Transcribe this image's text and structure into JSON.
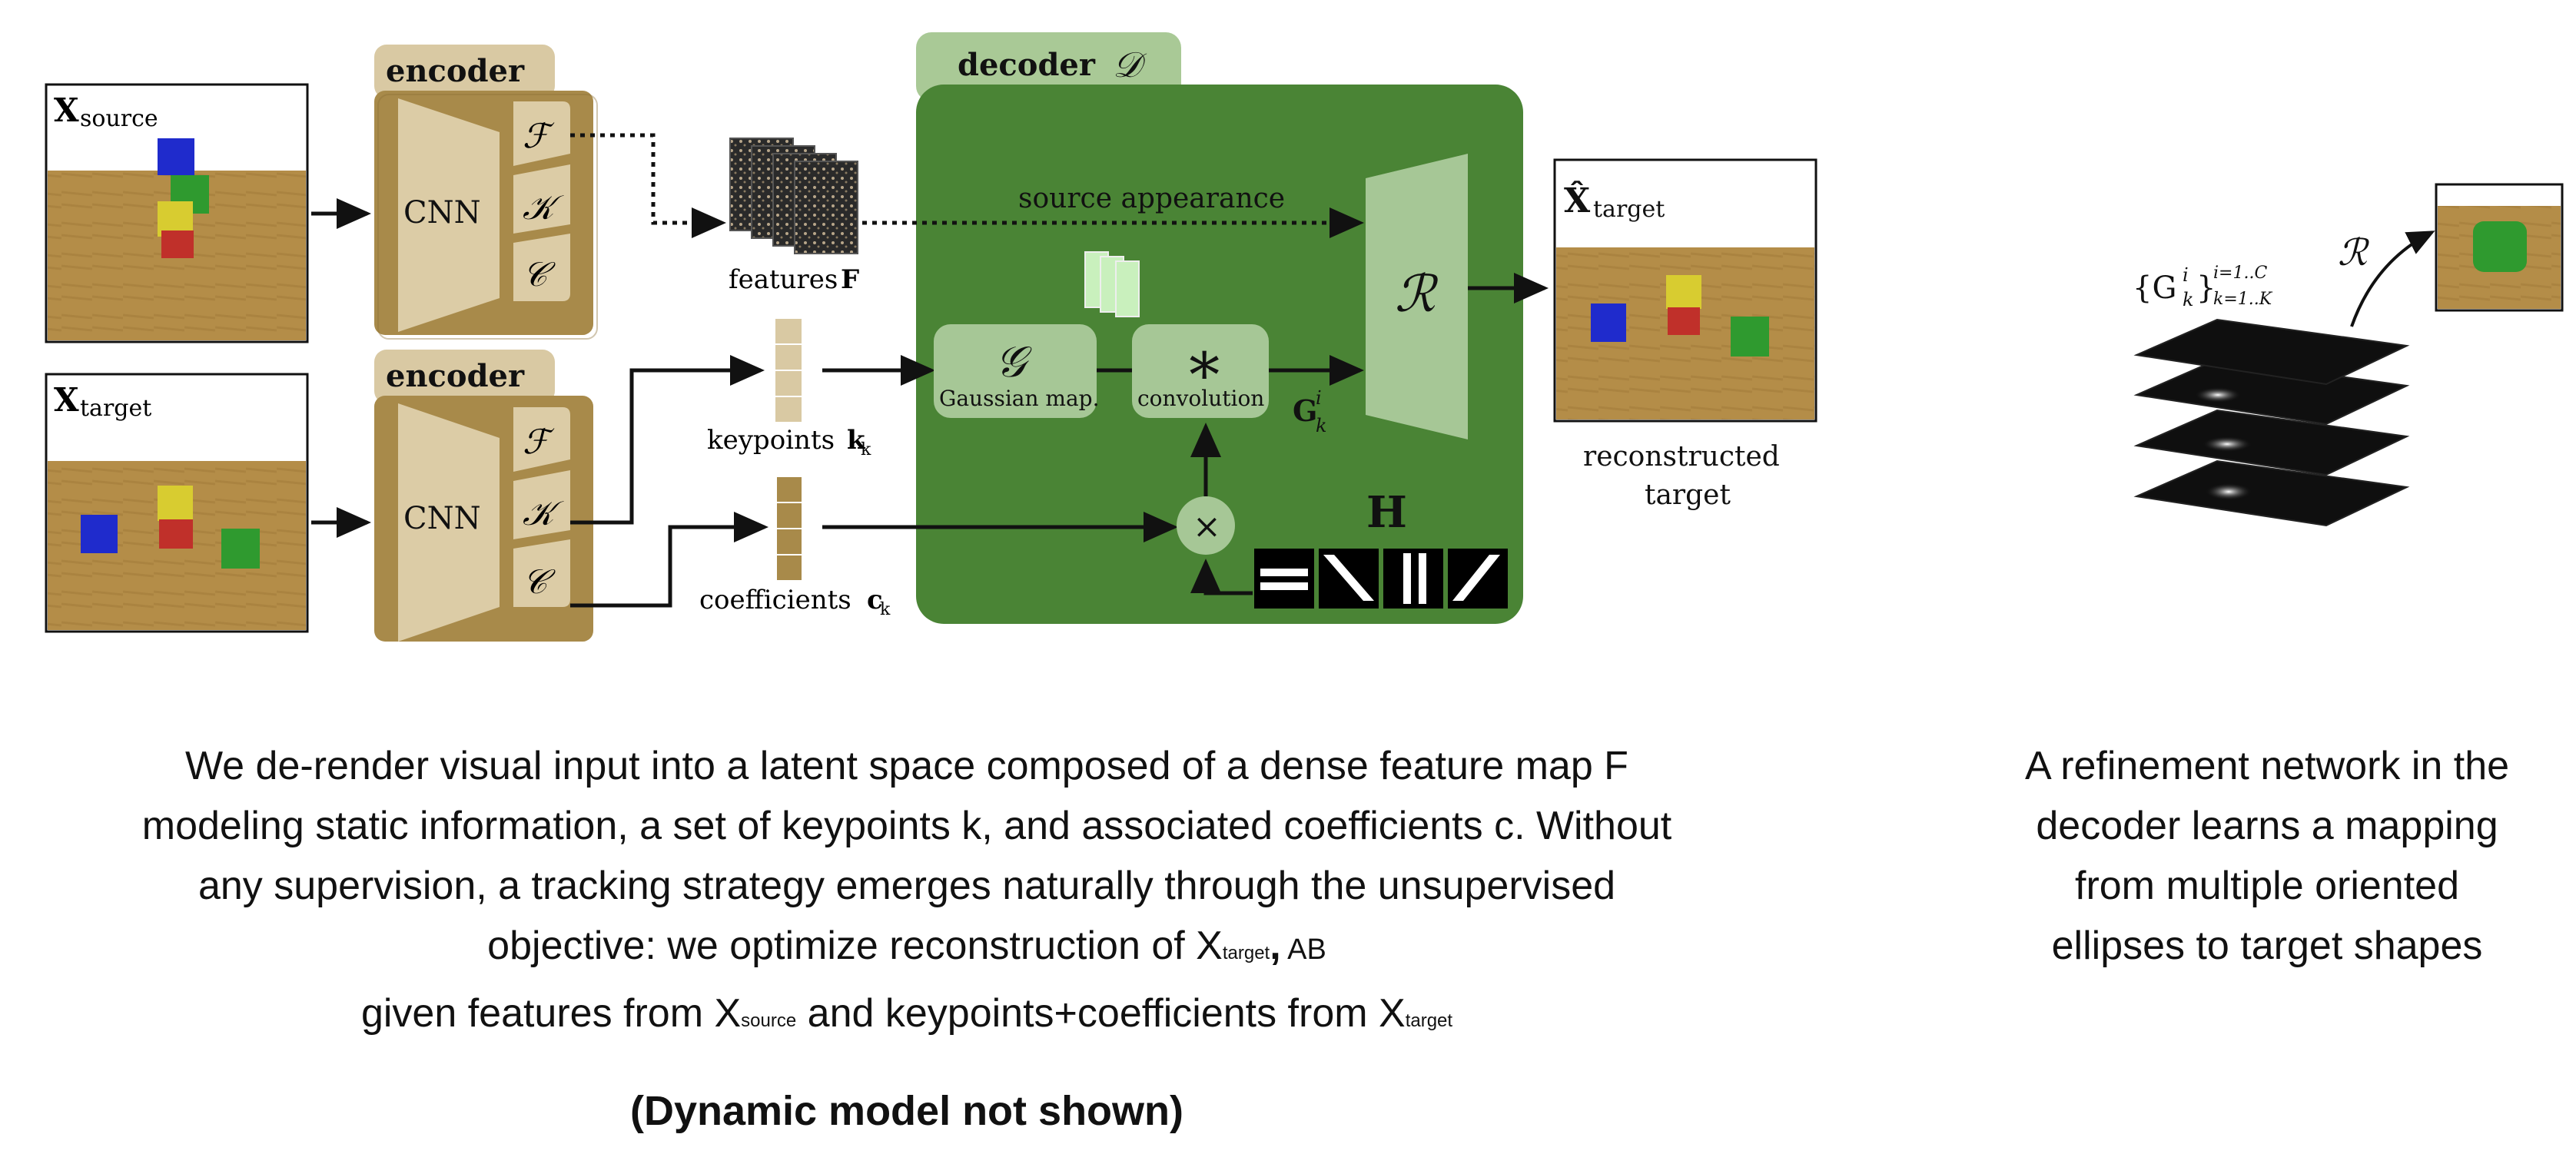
{
  "diagram": {
    "input_source": {
      "symbol": "X",
      "subscript": "source"
    },
    "input_target": {
      "symbol": "X",
      "subscript": "target"
    },
    "encoder_top": {
      "label": "encoder",
      "cnn": "CNN",
      "outputs": [
        "ℱ",
        "𝒦",
        "𝒞"
      ]
    },
    "encoder_bottom": {
      "label": "encoder",
      "cnn": "CNN",
      "outputs": [
        "ℱ",
        "𝒦",
        "𝒞"
      ]
    },
    "features": {
      "label": "features",
      "symbol": "F"
    },
    "keypoints": {
      "label": "keypoints",
      "symbol": "k",
      "subscript": "k"
    },
    "coefficients": {
      "label": "coefficients",
      "symbol": "c",
      "subscript": "k"
    },
    "decoder": {
      "label": "decoder",
      "symbol": "𝒟"
    },
    "source_appearance": "source appearance",
    "gaussian": {
      "symbol": "𝒢",
      "label": "Gaussian map."
    },
    "convolution": {
      "symbol": "∗",
      "label": "convolution"
    },
    "gki": {
      "symbol": "G",
      "superscript": "i",
      "subscript": "k"
    },
    "multiply": "×",
    "H": "H",
    "refine": "ℛ",
    "output": {
      "symbol": "X̂",
      "subscript": "target"
    },
    "reconstructed": [
      "reconstructed",
      "target"
    ],
    "set_label": {
      "base": "{G",
      "sup": "i",
      "sub": "k",
      "close": "}",
      "range_top": "i=1..C",
      "range_bottom": "k=1..K"
    },
    "refine_right": "ℛ"
  },
  "captions": {
    "main_lines": [
      "We de-render visual input into a latent space composed of a dense feature map F",
      "modeling static information, a set of keypoints k, and associated coefficients c. Without",
      "any supervision, a tracking strategy emerges naturally through the unsupervised"
    ],
    "line4_prefix": "objective: we optimize reconstruction of X",
    "line4_sub": "target",
    "line4_bold": ",",
    "line4_suffix": " AB",
    "line5_a": "given features from X",
    "line5_sub1": "source",
    "line5_b": " and keypoints+coefficients from X",
    "line5_sub2": "target",
    "note": "(Dynamic model not shown)",
    "right_lines": [
      "A refinement network in the",
      "decoder learns a mapping",
      "from multiple oriented",
      "ellipses to target shapes"
    ]
  },
  "colors": {
    "encoder_brown": "#a88a4a",
    "encoder_tab": "#d9c9a3",
    "cnn_fill": "#dccca6",
    "decoder_green": "#4a8435",
    "decoder_tab": "#a9c996",
    "block_green": "#a6c796",
    "floor": "#b18a45"
  }
}
